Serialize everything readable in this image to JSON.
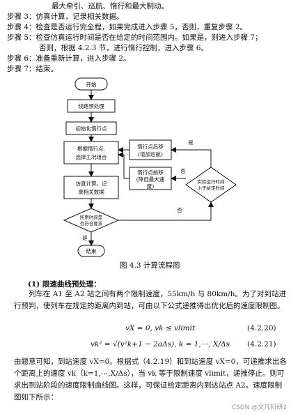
{
  "top_lines": {
    "line0": "最大牵引、巡航、惰行和最大制动。",
    "step3": "步骤 3：仿真计算，记录相关数据。",
    "step4": "步骤 4：检查是否运行完全程，如果完成进入步骤 5，否则，重复步骤 2。",
    "step5a": "步骤 5：检查仿真运行时间是否在给定的时间范围内。如果是，则进入步骤 7；",
    "step5b": "否则，根据 4.2.3 节，进行惰行控制，进入步骤 6。",
    "step6": "步骤 6：准备重新计算，进入步骤 2。",
    "step7": "步骤 7：结束。"
  },
  "flowchart": {
    "start": "开始",
    "preprocess": "线路预处理",
    "init": "初始化惰行点",
    "select_line1": "根据惰行点,",
    "select_line2": "选择工况组合",
    "simulate_line1": "仿真计算，记",
    "simulate_line2": "录相关数据",
    "decision_left_line1": "所用时间是",
    "decision_left_line2": "否符合要求",
    "end": "结束",
    "coast_back_line1": "惰行点后移",
    "coast_back_line2": "(增加巡航)",
    "coast_fwd_line1": "惰行点前移",
    "coast_fwd_line2": "(降低最大速",
    "coast_fwd_line3": "度)",
    "decision_right_line1": "实际运行时间",
    "decision_right_line2": "小于给定时间",
    "yes_top": "是",
    "no_right": "否",
    "no_mid": "否",
    "yes_left": "是"
  },
  "caption": "图 4.3  计算流程图",
  "section_title": "(1) 限速曲线预处理：",
  "para1": "列车在 A1 至 A2 站之间有两个限制速度，55km/h 与 80km/h。为了对到站进行预判，使列车在规定的距离内到站，可由以下公式递推得出优化后的速度限制图。",
  "eq1": "vX = 0, vk ≤ vlimit",
  "eq1_num": "(4.2.20)",
  "eq2": "vk² = √(v²k+1 − 2aΔs),    k = 1,⋯, X/Δs",
  "eq2_num": "(4.2.21)",
  "para2": "由题意可知，到站速度 vX=0。根据式（4.2.19）和到站速度 vX=0，可递推求出各个距离上的速度 vk（k=1,⋯,X/Δs），当 vk 等于限制速度 vlimit，递推停止。则可求出到站阶段的速度限制曲线图。这样，可保证给定距离内到达站点 A2。速度限制图如下所示：",
  "watermark": "CSDN @文凡科研2"
}
